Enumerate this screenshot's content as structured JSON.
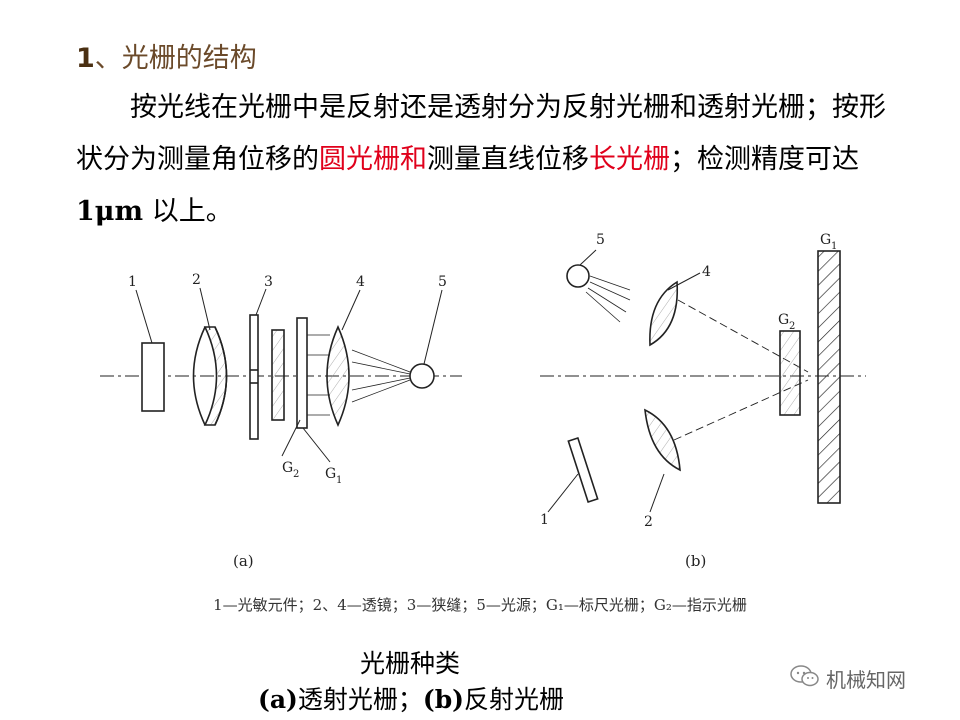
{
  "heading": {
    "number": "1",
    "title": "、光栅的结构"
  },
  "paragraph": {
    "p1": "按光线在光栅中是反射还是透射分为反射光栅和透射光栅；按形状分为测量角位移的",
    "red1": "圆光栅和",
    "p2": "测量直线位移",
    "red2": "长光栅",
    "p3": "；检测精度可达",
    "bold": "1μm",
    "p4": " 以上。"
  },
  "diagram": {
    "a_labels": {
      "l1": "1",
      "l2": "2",
      "l3": "3",
      "l4": "4",
      "l5": "5",
      "g2": "G",
      "g2sub": "2",
      "g1": "G",
      "g1sub": "1",
      "caption": "(a)"
    },
    "b_labels": {
      "l5": "5",
      "l4": "4",
      "g1": "G",
      "g1sub": "1",
      "g2": "G",
      "g2sub": "2",
      "l1": "1",
      "l2": "2",
      "caption": "(b)"
    }
  },
  "legend": "1—光敏元件；2、4—透镜；3—狭缝；5—光源；G₁—标尺光栅；G₂—指示光栅",
  "caption": {
    "line1": "光栅种类",
    "line2_a": "(a)",
    "line2_a_text": "透射光栅；",
    "line2_b": "(b)",
    "line2_b_text": "反射光栅"
  },
  "watermark": {
    "text": "机械知网",
    "icon": "wechat-icon"
  }
}
